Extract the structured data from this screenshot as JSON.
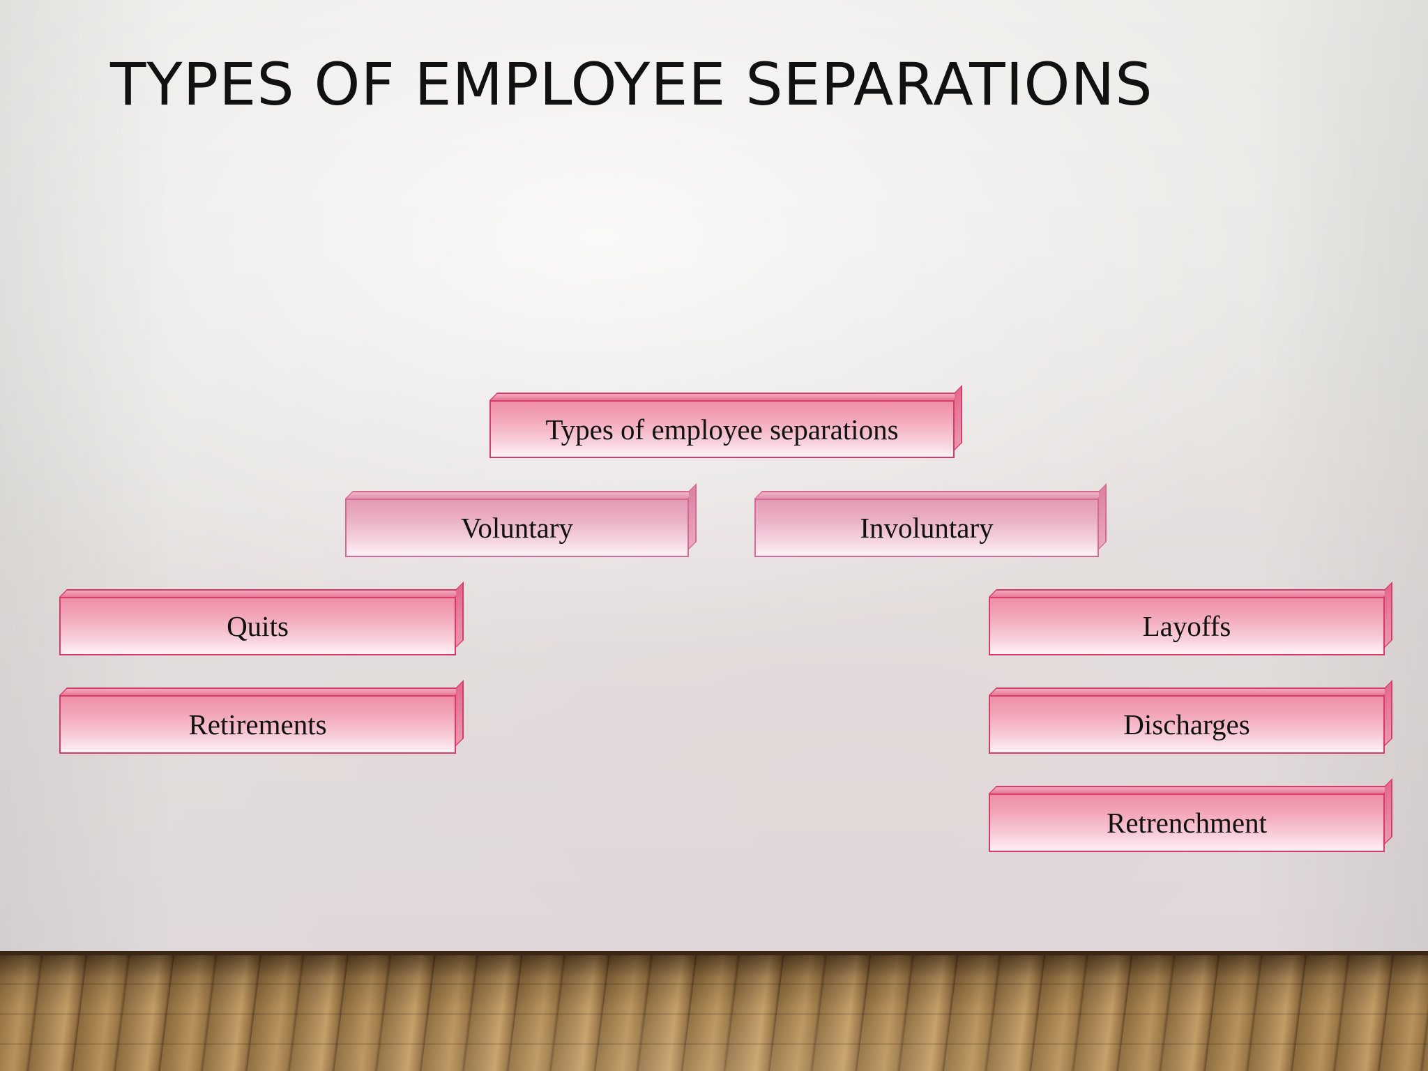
{
  "slide": {
    "title": "TYPES OF EMPLOYEE SEPARATIONS"
  },
  "diagram": {
    "root": "Types of employee separations",
    "voluntary": {
      "label": "Voluntary",
      "items": [
        "Quits",
        "Retirements"
      ]
    },
    "involuntary": {
      "label": "Involuntary",
      "items": [
        "Layoffs",
        "Discharges",
        "Retrenchment"
      ]
    }
  },
  "colors": {
    "box_fill_top": "#ef8fa6",
    "box_fill_bottom": "#fff2f5",
    "box_border": "#d83a6a",
    "category_fill_top": "#e49bb6",
    "title_text": "#111111"
  }
}
